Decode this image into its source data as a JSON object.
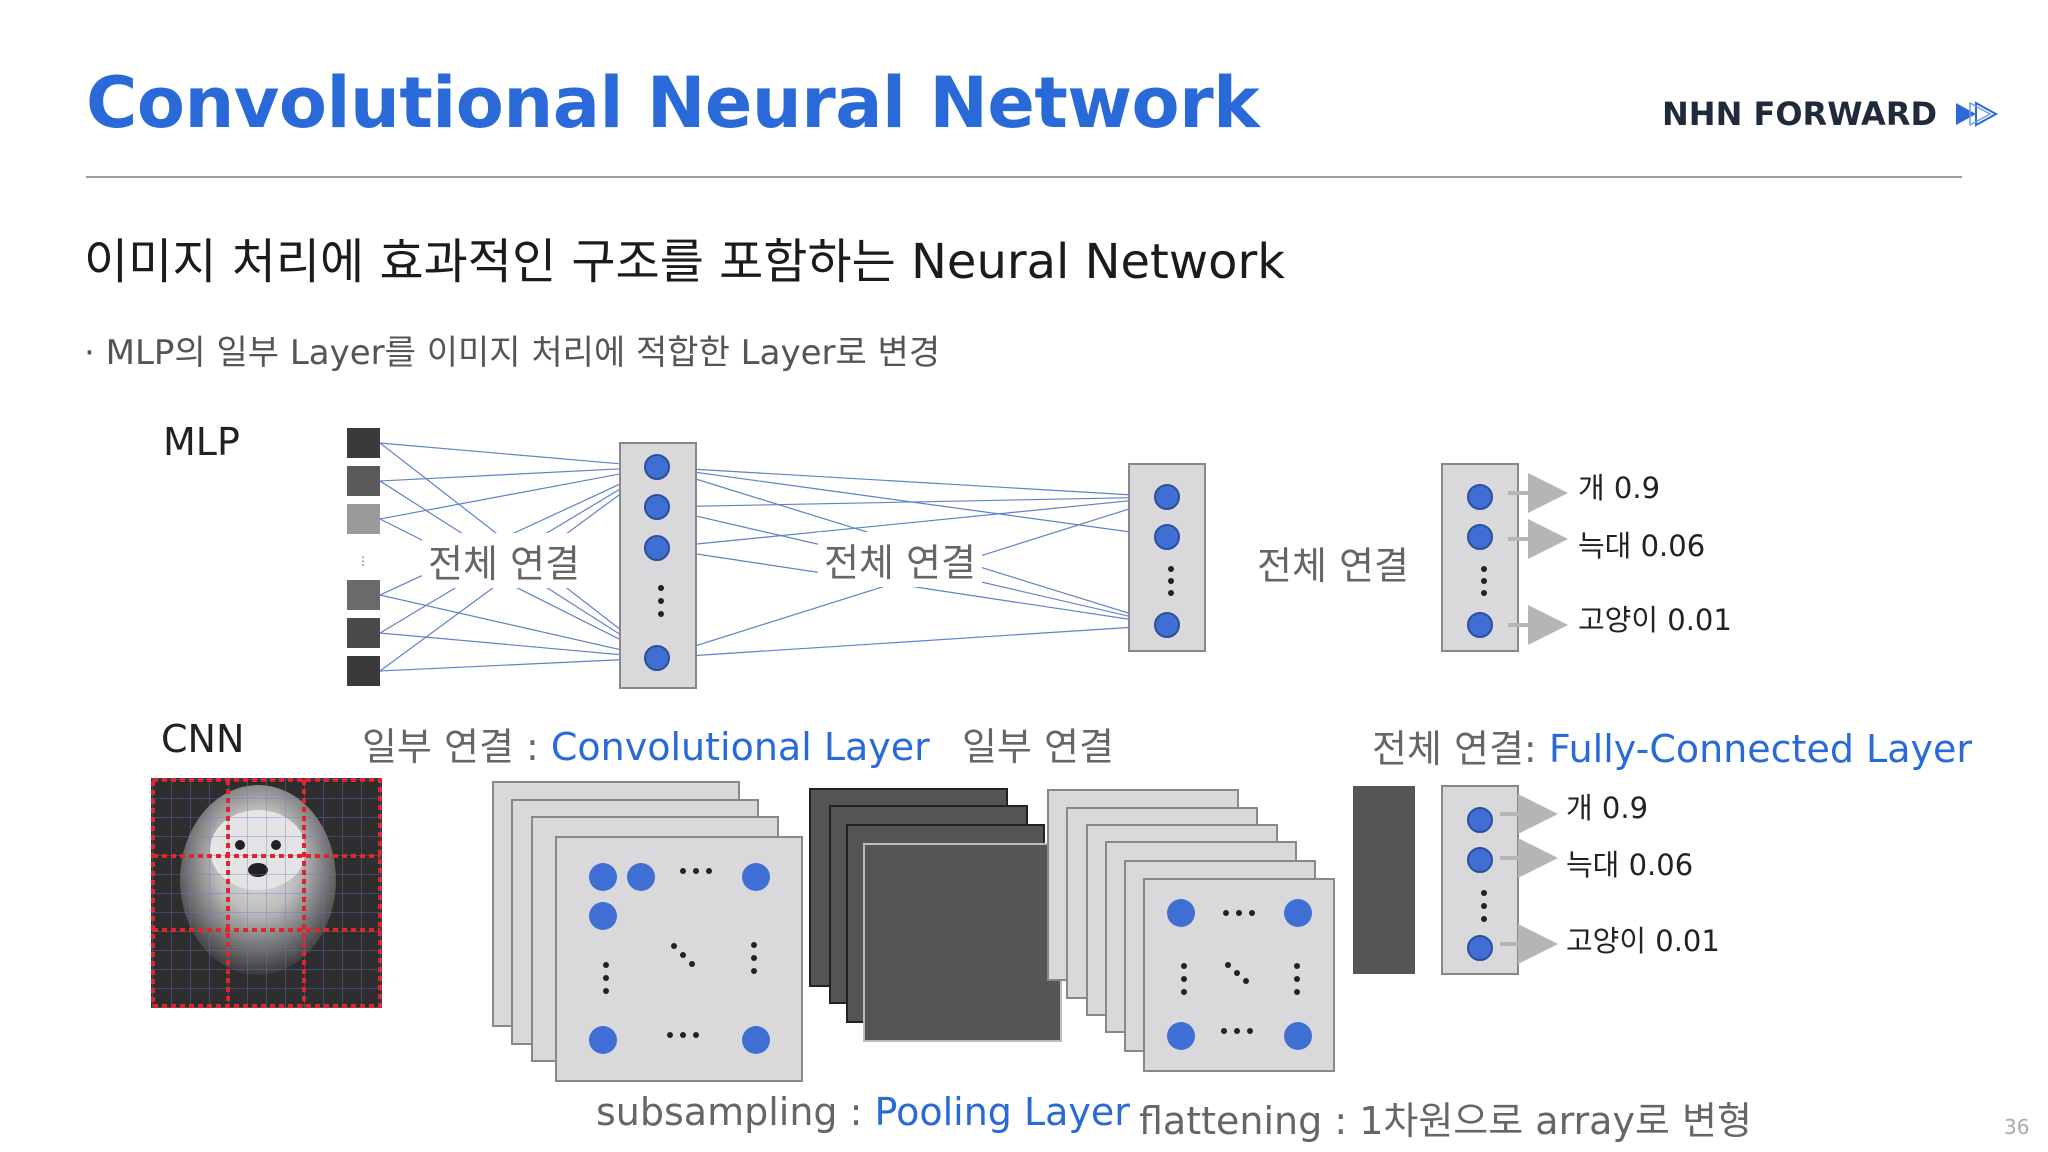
{
  "header": {
    "title": "Convolutional Neural Network",
    "brand": "NHN FORWARD"
  },
  "subtitle": "이미지 처리에 효과적인 구조를 포함하는 Neural Network",
  "bullet": "· MLP의 일부 Layer를 이미지 처리에 적합한 Layer로 변경",
  "mlp": {
    "label": "MLP",
    "link_label": "전체 연결",
    "outputs": [
      {
        "class": "개",
        "value": "0.9"
      },
      {
        "class": "늑대",
        "value": "0.06"
      },
      {
        "class": "고양이",
        "value": "0.01"
      }
    ]
  },
  "cnn": {
    "label": "CNN",
    "conv_prefix": "일부 연결 : ",
    "conv_name": "Convolutional Layer",
    "partial_label": "일부 연결",
    "fc_prefix": "전체 연결: ",
    "fc_name": "Fully-Connected Layer",
    "pool_prefix": "subsampling : ",
    "pool_name": "Pooling Layer",
    "flatten_text": "flattening : 1차원으로 array로 변형",
    "outputs": [
      {
        "class": "개",
        "value": "0.9"
      },
      {
        "class": "늑대",
        "value": "0.06"
      },
      {
        "class": "고양이",
        "value": "0.01"
      }
    ]
  },
  "page_number": "36",
  "colors": {
    "accent": "#2a6ad8",
    "node": "#3f6fd4",
    "panel": "#d9d9db",
    "dark_map": "#555557"
  }
}
